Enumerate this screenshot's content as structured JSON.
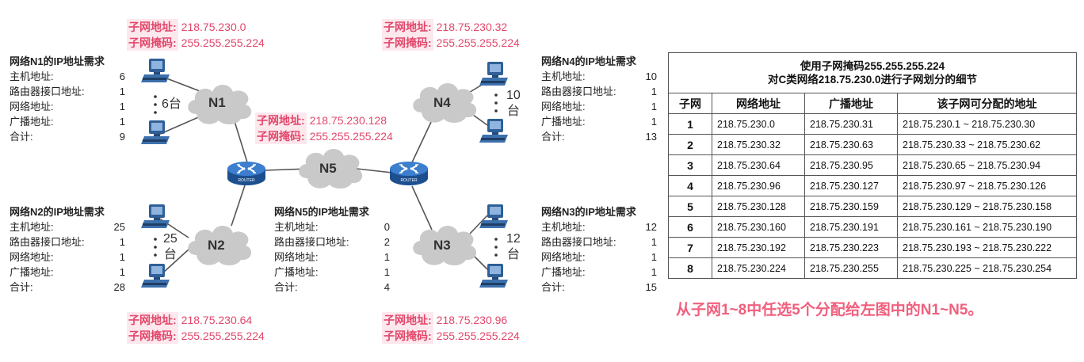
{
  "requirements": {
    "n1": {
      "title": "网络N1的IP地址需求",
      "rows": [
        {
          "k": "主机地址:",
          "v": "6"
        },
        {
          "k": "路由器接口地址:",
          "v": "1"
        },
        {
          "k": "网络地址:",
          "v": "1"
        },
        {
          "k": "广播地址:",
          "v": "1"
        },
        {
          "k": "合计:",
          "v": "9"
        }
      ]
    },
    "n2": {
      "title": "网络N2的IP地址需求",
      "rows": [
        {
          "k": "主机地址:",
          "v": "25"
        },
        {
          "k": "路由器接口地址:",
          "v": "1"
        },
        {
          "k": "网络地址:",
          "v": "1"
        },
        {
          "k": "广播地址:",
          "v": "1"
        },
        {
          "k": "合计:",
          "v": "28"
        }
      ]
    },
    "n3": {
      "title": "网络N3的IP地址需求",
      "rows": [
        {
          "k": "主机地址:",
          "v": "12"
        },
        {
          "k": "路由器接口地址:",
          "v": "1"
        },
        {
          "k": "网络地址:",
          "v": "1"
        },
        {
          "k": "广播地址:",
          "v": "1"
        },
        {
          "k": "合计:",
          "v": "15"
        }
      ]
    },
    "n4": {
      "title": "网络N4的IP地址需求",
      "rows": [
        {
          "k": "主机地址:",
          "v": "10"
        },
        {
          "k": "路由器接口地址:",
          "v": "1"
        },
        {
          "k": "网络地址:",
          "v": "1"
        },
        {
          "k": "广播地址:",
          "v": "1"
        },
        {
          "k": "合计:",
          "v": "13"
        }
      ]
    },
    "n5": {
      "title": "网络N5的IP地址需求",
      "rows": [
        {
          "k": "主机地址:",
          "v": "0"
        },
        {
          "k": "路由器接口地址:",
          "v": "2"
        },
        {
          "k": "网络地址:",
          "v": "1"
        },
        {
          "k": "广播地址:",
          "v": "1"
        },
        {
          "k": "合计:",
          "v": "4"
        }
      ]
    }
  },
  "subnets": {
    "addr_label": "子网地址:",
    "mask_label": "子网掩码:",
    "n1": {
      "addr": "218.75.230.0",
      "mask": "255.255.255.224"
    },
    "n4": {
      "addr": "218.75.230.32",
      "mask": "255.255.255.224"
    },
    "n5": {
      "addr": "218.75.230.128",
      "mask": "255.255.255.224"
    },
    "n2": {
      "addr": "218.75.230.64",
      "mask": "255.255.255.224"
    },
    "n3": {
      "addr": "218.75.230.96",
      "mask": "255.255.255.224"
    }
  },
  "networks": {
    "n1": "N1",
    "n2": "N2",
    "n3": "N3",
    "n4": "N4",
    "n5": "N5"
  },
  "host_counts": {
    "n1": "6台",
    "n2_num": "25",
    "n2_unit": "台",
    "n3_num": "12",
    "n3_unit": "台",
    "n4_num": "10",
    "n4_unit": "台"
  },
  "router_label": "ROUTER",
  "table": {
    "caption_line1": "使用子网掩码255.255.255.224",
    "caption_line2": "对C类网络218.75.230.0进行子网划分的细节",
    "headers": [
      "子网",
      "网络地址",
      "广播地址",
      "该子网可分配的地址"
    ],
    "rows": [
      [
        "1",
        "218.75.230.0",
        "218.75.230.31",
        "218.75.230.1 ~ 218.75.230.30"
      ],
      [
        "2",
        "218.75.230.32",
        "218.75.230.63",
        "218.75.230.33 ~ 218.75.230.62"
      ],
      [
        "3",
        "218.75.230.64",
        "218.75.230.95",
        "218.75.230.65 ~ 218.75.230.94"
      ],
      [
        "4",
        "218.75.230.96",
        "218.75.230.127",
        "218.75.230.97 ~ 218.75.230.126"
      ],
      [
        "5",
        "218.75.230.128",
        "218.75.230.159",
        "218.75.230.129 ~ 218.75.230.158"
      ],
      [
        "6",
        "218.75.230.160",
        "218.75.230.191",
        "218.75.230.161 ~ 218.75.230.190"
      ],
      [
        "7",
        "218.75.230.192",
        "218.75.230.223",
        "218.75.230.193 ~ 218.75.230.222"
      ],
      [
        "8",
        "218.75.230.224",
        "218.75.230.255",
        "218.75.230.225 ~ 218.75.230.254"
      ]
    ]
  },
  "footnote": "从子网1~8中任选5个分配给左图中的N1~N5。",
  "colors": {
    "accent": "#e2476a",
    "cloud": "#c8c8c8",
    "router": "#2b66b3",
    "pc": "#2f5f96"
  }
}
